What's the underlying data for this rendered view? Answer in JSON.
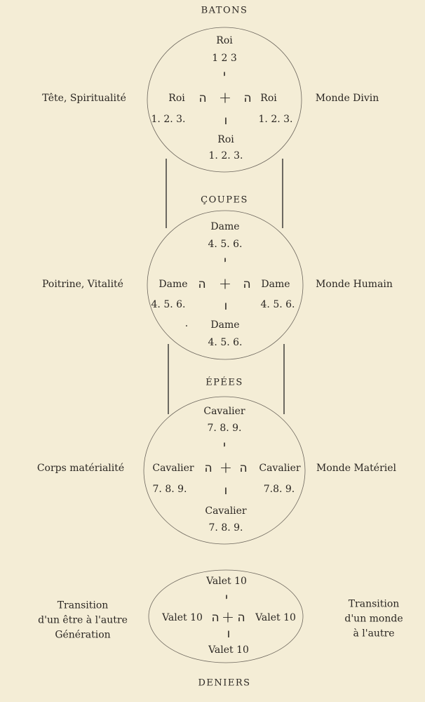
{
  "headings": {
    "batons": "BATONS",
    "coupes": "ÇOUPES",
    "epees": "ÉPÉES",
    "deniers": "DENIERS"
  },
  "letters": {
    "yod": "י",
    "he": "ה",
    "vav": "ו",
    "plus": "+"
  },
  "batons": {
    "figure": "Roi",
    "nums_top": "1 2 3",
    "nums": "1. 2. 3.",
    "left": "Tête, Spiritualité",
    "right": "Monde Divin"
  },
  "coupes": {
    "figure": "Dame",
    "nums": "4. 5. 6.",
    "left": "Poitrine, Vitalité",
    "right": "Monde Humain",
    "dot": "·"
  },
  "epees": {
    "figure": "Cavalier",
    "nums": "7. 8. 9.",
    "nums_right": "7.8. 9.",
    "left": "Corps matérialité",
    "right": "Monde Matériel"
  },
  "deniers": {
    "figure": "Valet 10",
    "left": [
      "Transition",
      "d'un être à l'autre",
      "Génération"
    ],
    "right": [
      "Transition",
      "d'un monde",
      "à l'autre"
    ]
  }
}
